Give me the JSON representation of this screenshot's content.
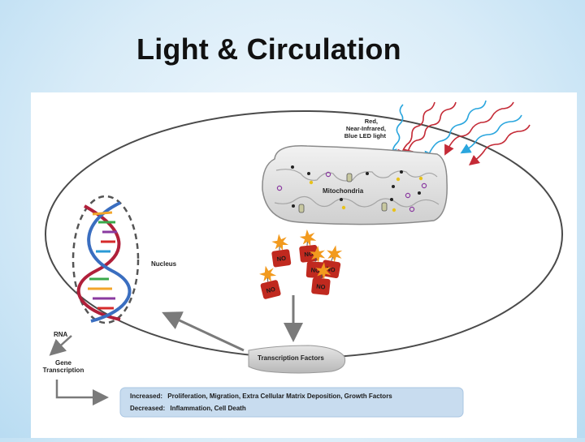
{
  "slide": {
    "title": "Light & Circulation"
  },
  "diagram": {
    "light_label": [
      "Red,",
      "Near-Infrared,",
      "Blue LED light"
    ],
    "mitochondria_label": "Mitochondria",
    "nucleus_label": "Nucleus",
    "no_label": "NO",
    "transcription_factors_label": "Transcription Factors",
    "rna_label": "RNA",
    "gene_transcription_label": [
      "Gene",
      "Transcription"
    ],
    "effects": {
      "increased_prefix": "Increased:",
      "increased_text": "Proliferation, Migration, Extra Cellular Matrix Deposition, Growth Factors",
      "decreased_prefix": "Decreased:",
      "decreased_text": "Inflammation, Cell Death"
    },
    "colors": {
      "red_light": "#c42a36",
      "blue_light": "#2aa6de",
      "no_can": "#c0291f",
      "burst": "#f29a1e",
      "effects_box": "#c8dcef",
      "cell_outline": "#4a4a4a"
    }
  }
}
